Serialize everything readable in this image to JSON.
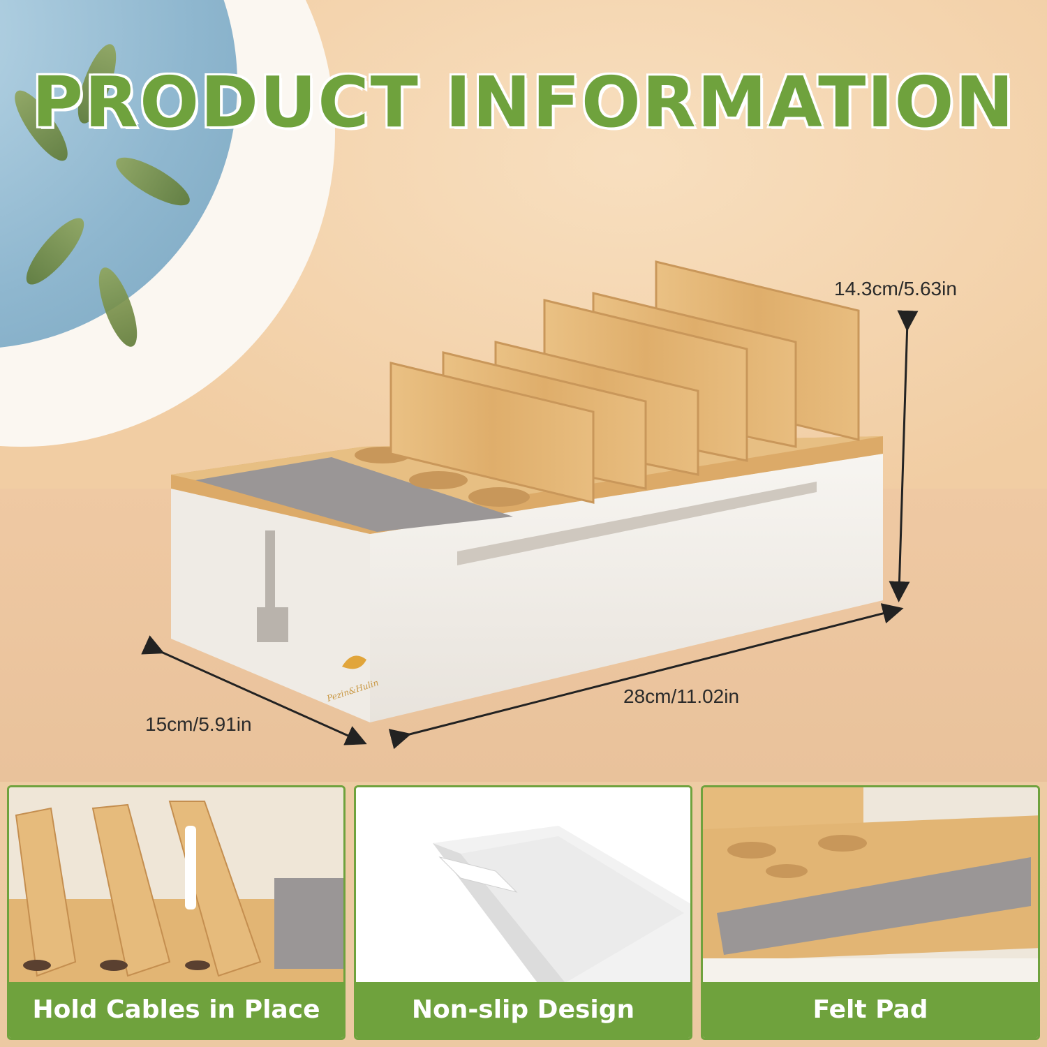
{
  "title": "PRODUCT INFORMATION",
  "dimensions": {
    "height": "14.3cm/5.63in",
    "length": "28cm/11.02in",
    "width": "15cm/5.91in"
  },
  "brand_logo_text": "Pezin&Hulin",
  "features": [
    {
      "label": "Hold Cables in Place"
    },
    {
      "label": "Non-slip Design"
    },
    {
      "label": "Felt Pad"
    }
  ],
  "colors": {
    "accent_green": "#6fa23d",
    "bamboo": "#e2b776",
    "white_box": "#f4f1ec",
    "felt": "#9a9696"
  }
}
